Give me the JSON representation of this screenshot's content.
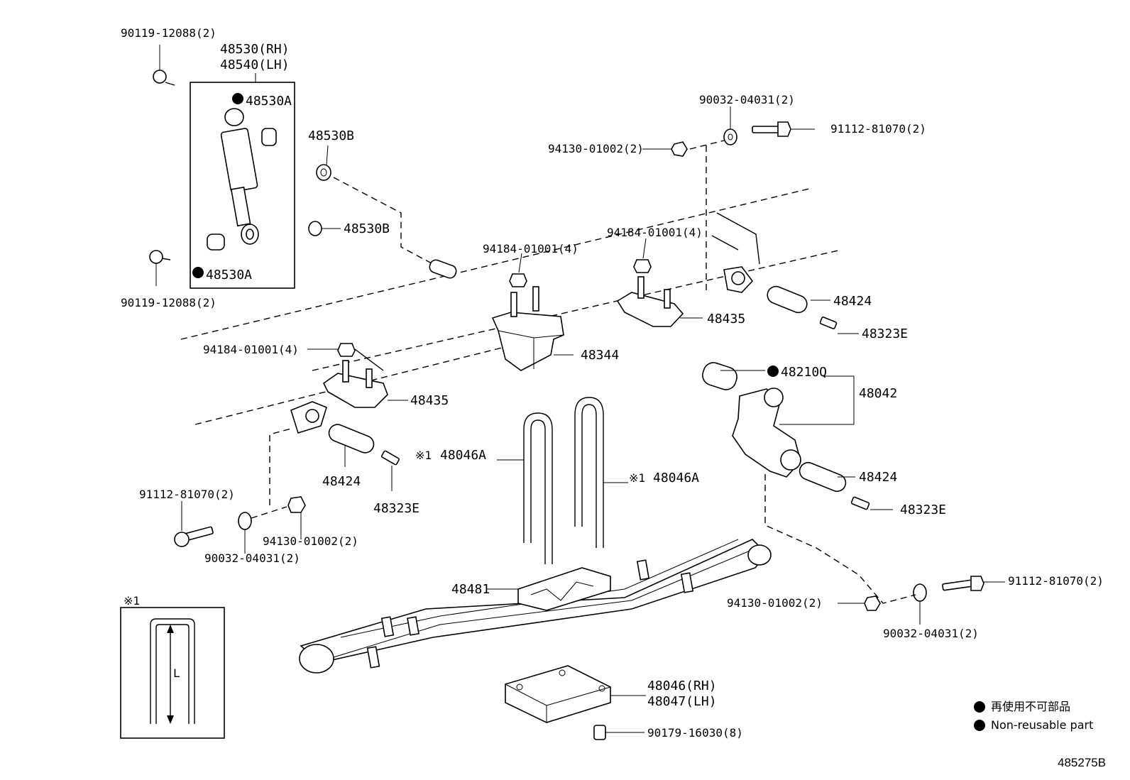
{
  "labels": {
    "bolt_top_left": "90119-12088(2)",
    "shock_rh": "48530(RH)",
    "shock_lh": "48540(LH)",
    "bushing_a_top": "48530A",
    "bushing_a_bottom": "48530A",
    "washer_b_top": "48530B",
    "washer_b_mid": "48530B",
    "bolt_bottom_left": "90119-12088(2)",
    "washer_top_right": "90032-04031(2)",
    "bolt_top_right": "91112-81070(2)",
    "nut_top_right": "94130-01002(2)",
    "nut_bracket_center": "94184-01001(4)",
    "nut_bracket_right": "94184-01001(4)",
    "nut_bracket_left": "94184-01001(4)",
    "pin_top_right": "48424",
    "bracket_right": "48435",
    "grease_top_right": "48323E",
    "bumper": "48344",
    "bushing_q": "48210Q",
    "shackle": "48042",
    "bracket_left": "48435",
    "ubolt_left": "48046A",
    "ubolt_left_mark": "※1",
    "ubolt_right": "48046A",
    "ubolt_right_mark": "※1",
    "pin_left": "48424",
    "grease_left": "48323E",
    "pin_right_lower": "48424",
    "grease_right_lower": "48323E",
    "bolt_left": "91112-81070(2)",
    "nut_left": "94130-01002(2)",
    "washer_left": "90032-04031(2)",
    "seat": "48481",
    "bolt_right_lower": "91112-81070(2)",
    "nut_right_lower": "94130-01002(2)",
    "washer_right_lower": "90032-04031(2)",
    "plate_rh": "48046(RH)",
    "plate_lh": "48047(LH)",
    "nut_plate": "90179-16030(8)"
  },
  "inset": {
    "mark": "※1",
    "dimension": "L"
  },
  "legend": {
    "ja": "再使用不可部品",
    "en": "Non-reusable part"
  },
  "figure_code": "485275B"
}
